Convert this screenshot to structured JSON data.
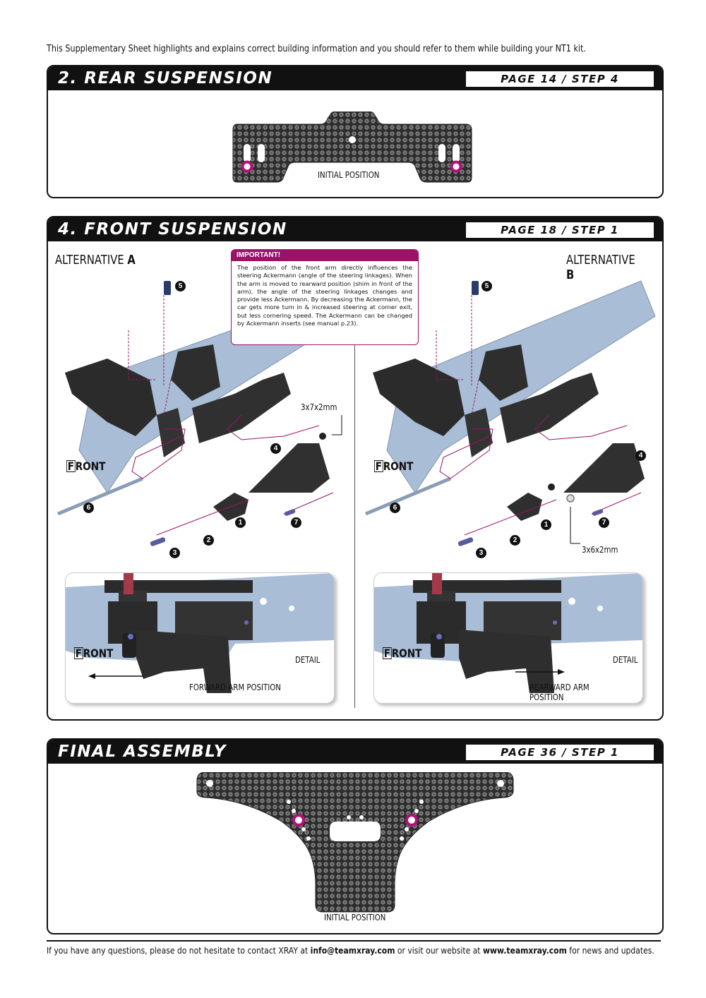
{
  "intro": "This Supplementary Sheet highlights and explains correct building information and you should refer to them while building your NT1 kit.",
  "rear": {
    "title": "2. REAR SUSPENSION",
    "page": "PAGE 14 / STEP 4",
    "label": "INITIAL POSITION"
  },
  "front": {
    "title": "4. FRONT SUSPENSION",
    "page": "PAGE 18 / STEP 1",
    "alt_a_word": "ALTERNATIVE",
    "alt_a_letter": "A",
    "alt_b_word": "ALTERNATIVE",
    "alt_b_letter": "B",
    "important_title": "IMPORTANT!",
    "important_text": "The position of the front arm directly influences the steering Ackermann (angle of the steering linkages). When the arm is moved to rearward position (shim in front of the arm), the angle of the steering linkages changes and provide less Ackermann. By decreasing the Ackermann, the car gets more turn in & increased steering at corner exit, but less cornering speed. The Ackermann can be changed by Ackermann inserts (see manual p.23).",
    "front_letter": "F",
    "front_rest": "RONT",
    "shim_a": "3x7x2mm",
    "shim_b": "3x6x2mm",
    "numbers": [
      "1",
      "2",
      "3",
      "4",
      "5",
      "6",
      "7"
    ],
    "detail_label": "DETAIL",
    "forward_label": "FORWARD ARM POSITION",
    "rearward_label": "REARWARD ARM POSITION"
  },
  "final": {
    "title": "FINAL ASSEMBLY",
    "page": "PAGE 36 / STEP 1",
    "label": "INITIAL POSITION"
  },
  "footer": {
    "pre": "If you have any questions, please do not hesitate to contact XRAY at",
    "email": "info@teamxray.com",
    "mid": "or visit our website at",
    "site": "www.teamxray.com",
    "post": "for news and updates."
  },
  "colors": {
    "accent": "#9b1269",
    "plate": "#a9bdd6",
    "carbon": "#3a3a3a",
    "part": "#2b2b2b"
  }
}
